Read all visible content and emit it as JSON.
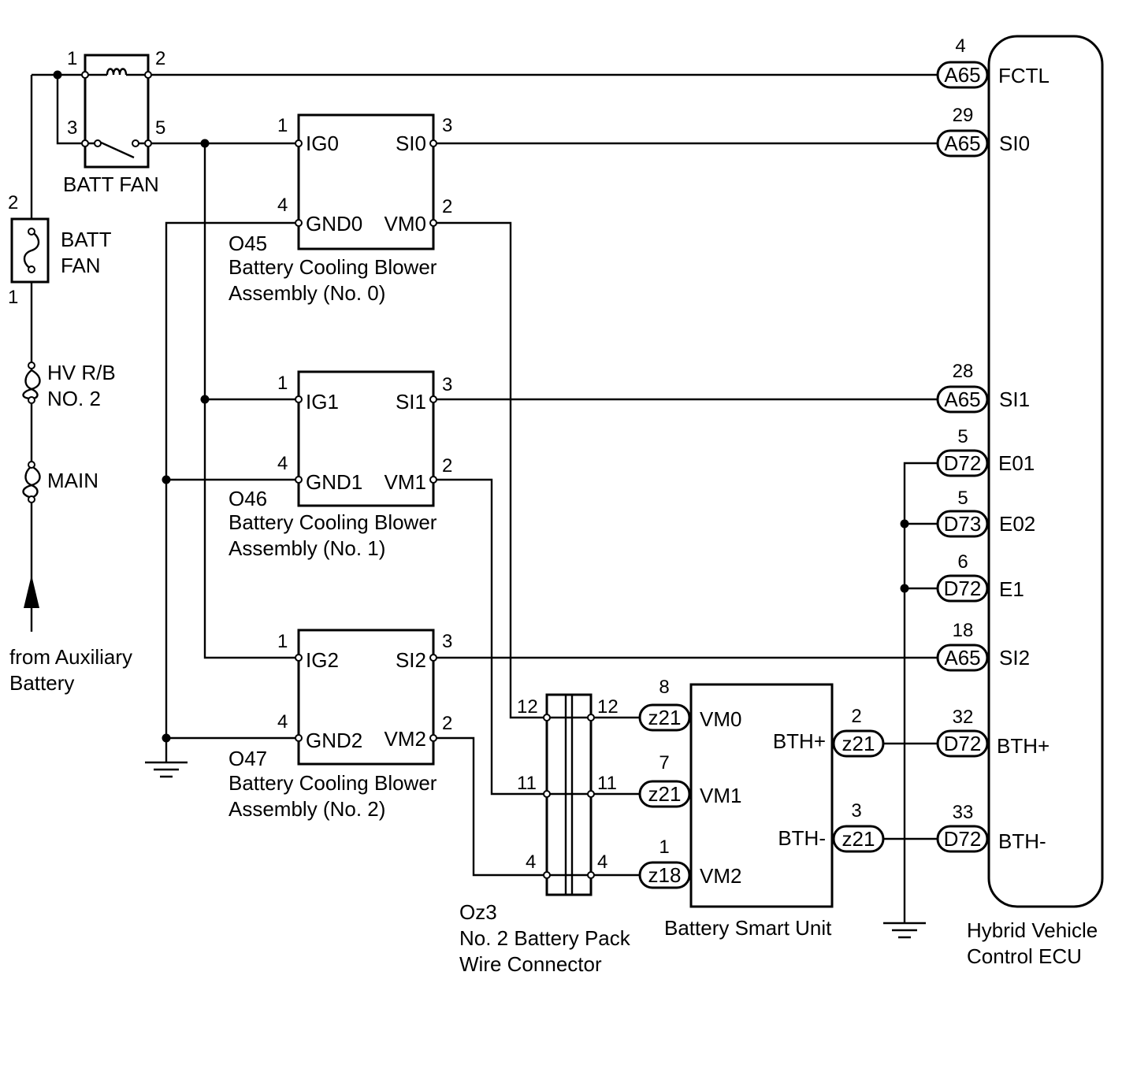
{
  "colors": {
    "line": "#000000",
    "background": "#ffffff"
  },
  "relay": {
    "label": "BATT FAN",
    "pin1": "1",
    "pin2": "2",
    "pin3": "3",
    "pin5": "5"
  },
  "fuse_batt_fan": {
    "line1": "BATT",
    "line2": "FAN",
    "pin_top": "2",
    "pin_bottom": "1"
  },
  "fuse_hvrb": {
    "line1": "HV R/B",
    "line2": "NO. 2"
  },
  "fuse_main": {
    "label": "MAIN"
  },
  "source": {
    "line1": "from Auxiliary",
    "line2": "Battery"
  },
  "blower0": {
    "id": "O45",
    "line1": "Battery Cooling Blower",
    "line2": "Assembly (No. 0)",
    "ig": "IG0",
    "gnd": "GND0",
    "si": "SI0",
    "vm": "VM0",
    "ig_pin": "1",
    "gnd_pin": "4",
    "si_pin": "3",
    "vm_pin": "2"
  },
  "blower1": {
    "id": "O46",
    "line1": "Battery Cooling Blower",
    "line2": "Assembly (No. 1)",
    "ig": "IG1",
    "gnd": "GND1",
    "si": "SI1",
    "vm": "VM1",
    "ig_pin": "1",
    "gnd_pin": "4",
    "si_pin": "3",
    "vm_pin": "2"
  },
  "blower2": {
    "id": "O47",
    "line1": "Battery Cooling Blower",
    "line2": "Assembly (No. 2)",
    "ig": "IG2",
    "gnd": "GND2",
    "si": "SI2",
    "vm": "VM2",
    "ig_pin": "1",
    "gnd_pin": "4",
    "si_pin": "3",
    "vm_pin": "2"
  },
  "wire_connector": {
    "id": "Oz3",
    "line1": "No. 2 Battery Pack",
    "line2": "Wire Connector",
    "pins": {
      "p12": "12",
      "p11": "11",
      "p4": "4"
    }
  },
  "smart_unit": {
    "label": "Battery Smart Unit",
    "vm0": "VM0",
    "vm1": "VM1",
    "vm2": "VM2",
    "bth_plus": "BTH+",
    "bth_minus": "BTH-",
    "vm0_conn": "z21",
    "vm0_pin": "8",
    "vm1_conn": "z21",
    "vm1_pin": "7",
    "vm2_conn": "z18",
    "vm2_pin": "1",
    "bthp_conn": "z21",
    "bthp_pin": "2",
    "bthm_conn": "z21",
    "bthm_pin": "3"
  },
  "ecu": {
    "line1": "Hybrid Vehicle",
    "line2": "Control ECU",
    "terminals": {
      "fctl": {
        "name": "FCTL",
        "conn": "A65",
        "pin": "4"
      },
      "si0": {
        "name": "SI0",
        "conn": "A65",
        "pin": "29"
      },
      "si1": {
        "name": "SI1",
        "conn": "A65",
        "pin": "28"
      },
      "e01": {
        "name": "E01",
        "conn": "D72",
        "pin": "5"
      },
      "e02": {
        "name": "E02",
        "conn": "D73",
        "pin": "5"
      },
      "e1": {
        "name": "E1",
        "conn": "D72",
        "pin": "6"
      },
      "si2": {
        "name": "SI2",
        "conn": "A65",
        "pin": "18"
      },
      "bthp": {
        "name": "BTH+",
        "conn": "D72",
        "pin": "32"
      },
      "bthm": {
        "name": "BTH-",
        "conn": "D72",
        "pin": "33"
      }
    }
  }
}
